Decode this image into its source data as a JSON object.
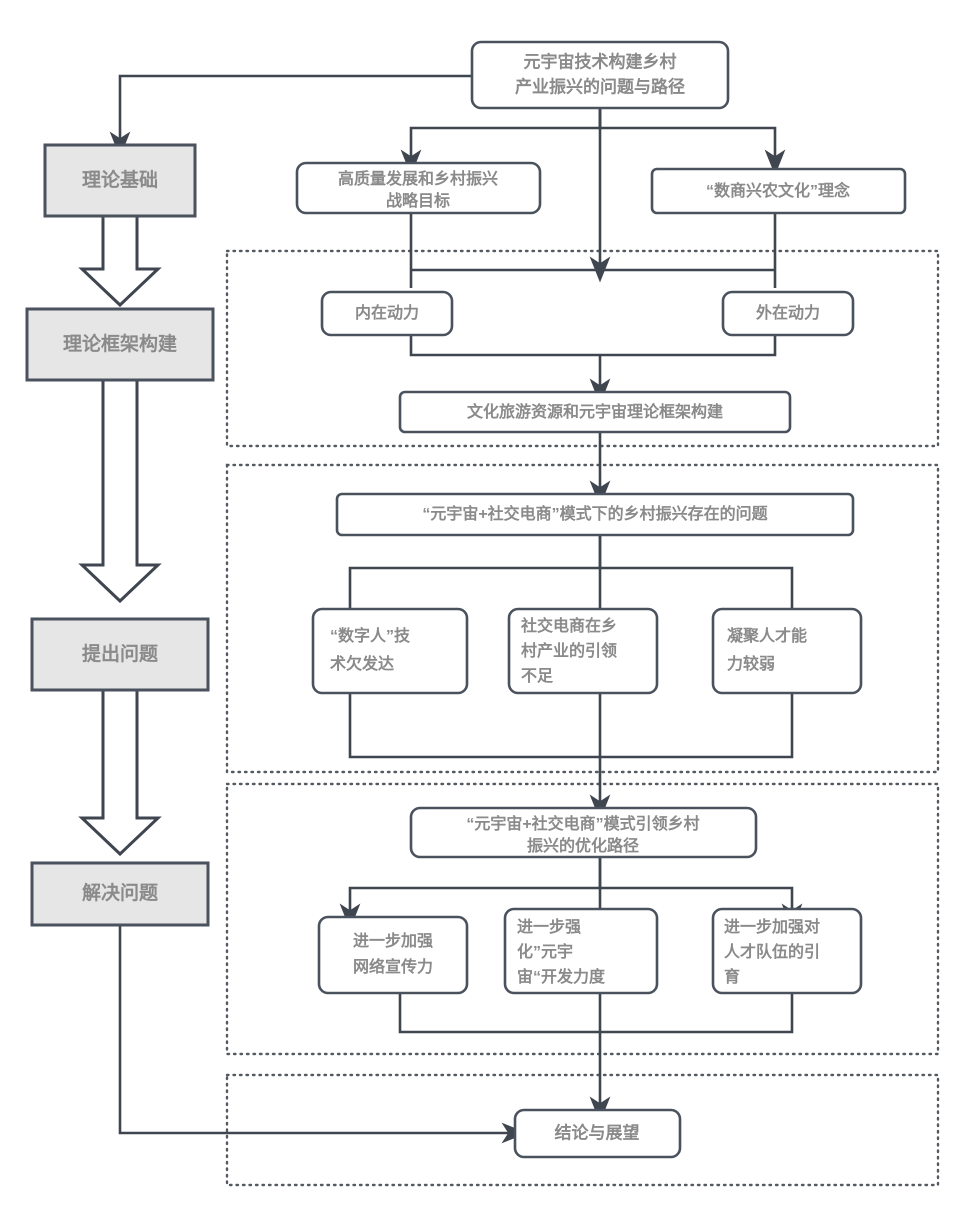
{
  "diagram": {
    "title_node": {
      "id": "root-title",
      "lines": [
        "元宇宙技术构建乡村",
        "产业振兴的问题与路径"
      ]
    },
    "left_column": {
      "stages": [
        {
          "id": "stage-theory-basis",
          "label": "理论基础"
        },
        {
          "id": "stage-theory-framework",
          "label": "理论框架构建"
        },
        {
          "id": "stage-raise-problem",
          "label": "提出问题"
        },
        {
          "id": "stage-solve-problem",
          "label": "解决问题"
        }
      ]
    },
    "foundation_row": {
      "boxes": [
        {
          "id": "box-high-quality",
          "lines": [
            "高质量发展和乡村振兴",
            "战略目标"
          ]
        },
        {
          "id": "box-digital-commerce",
          "lines": [
            "“数商兴农文化”理念"
          ]
        }
      ]
    },
    "group_framework": {
      "id": "group-theory-framework",
      "drivers": [
        {
          "id": "box-internal-driver",
          "lines": [
            "内在动力"
          ]
        },
        {
          "id": "box-external-driver",
          "lines": [
            "外在动力"
          ]
        }
      ],
      "summary": {
        "id": "box-framework-build",
        "lines": [
          "文化旅游资源和元宇宙理论框架构建"
        ]
      }
    },
    "group_problems": {
      "id": "group-problems",
      "header": {
        "id": "box-problems-header",
        "lines": [
          "“元宇宙+社交电商”模式下的乡村振兴存在的问题"
        ]
      },
      "items": [
        {
          "id": "box-problem-1",
          "lines": [
            "“数字人”技",
            "术欠发达"
          ]
        },
        {
          "id": "box-problem-2",
          "lines": [
            "社交电商在乡",
            "村产业的引领",
            "不足"
          ]
        },
        {
          "id": "box-problem-3",
          "lines": [
            "凝聚人才能",
            "力较弱"
          ]
        }
      ]
    },
    "group_solutions": {
      "id": "group-solutions",
      "header": {
        "id": "box-solutions-header",
        "lines": [
          "“元宇宙+社交电商”模式引领乡村",
          "振兴的优化路径"
        ]
      },
      "items": [
        {
          "id": "box-solution-1",
          "lines": [
            "进一步加强",
            "网络宣传力"
          ]
        },
        {
          "id": "box-solution-2",
          "lines": [
            "进一步强",
            "化”元宇",
            "宙“开发力度"
          ]
        },
        {
          "id": "box-solution-3",
          "lines": [
            "进一步加强对",
            "人才队伍的引",
            "育"
          ]
        }
      ]
    },
    "group_conclusion": {
      "id": "group-conclusion",
      "node": {
        "id": "box-conclusion",
        "lines": [
          "结论与展望"
        ]
      }
    },
    "colors": {
      "stroke": "#3f4650",
      "box_border": "#4a525e",
      "gray_fill": "#e6e6e6",
      "text": "#8a8a8a",
      "dotted": "#555a61",
      "background": "#ffffff"
    }
  }
}
